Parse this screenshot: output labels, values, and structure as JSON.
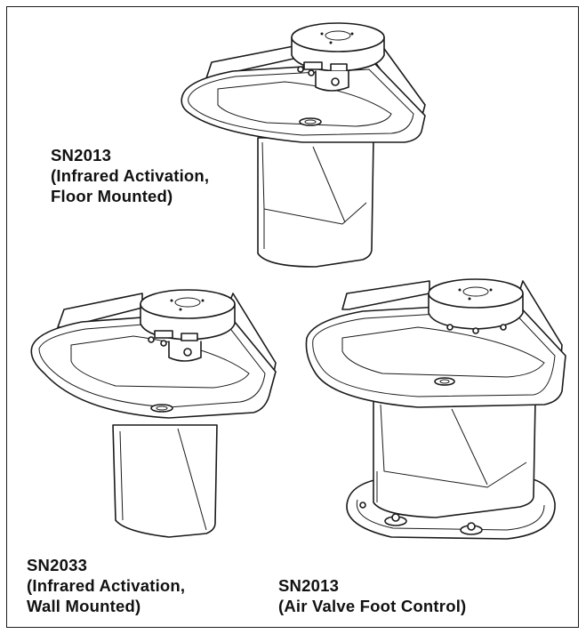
{
  "captions": {
    "top": {
      "model": "SN2013",
      "line2": "(Infrared Activation,",
      "line3": "Floor Mounted)"
    },
    "bottom_left": {
      "model": "SN2033",
      "line2": "(Infrared Activation,",
      "line3": "Wall Mounted)"
    },
    "bottom_right": {
      "model": "SN2013",
      "line2": "(Air Valve Foot Control)"
    }
  },
  "colors": {
    "line": "#1a1a1a",
    "background": "#ffffff",
    "frame": "#1a1a1a"
  }
}
